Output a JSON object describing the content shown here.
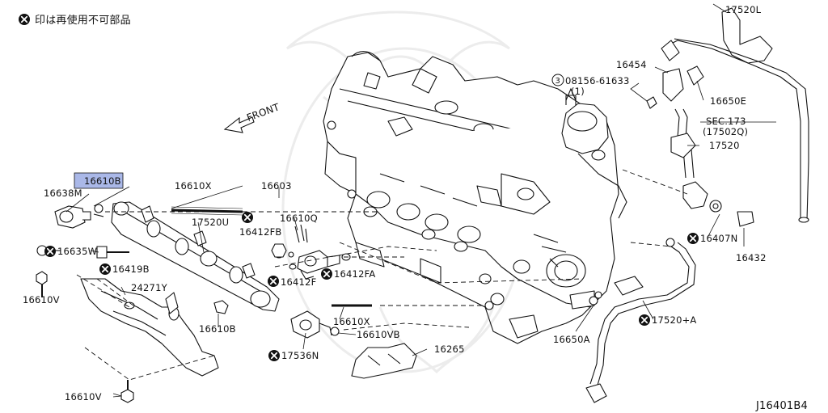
{
  "note": "印は再使用不可部品",
  "front_label": "FRONT",
  "diagram_code": "J16401B4",
  "parts": {
    "p17520L": "17520L",
    "p16454": "16454",
    "p08156": "08156-61633",
    "p08156_qty": "(1)",
    "p16650E": "16650E",
    "sec173": "SEC.173",
    "sec173_sub": "(17502Q)",
    "p17520": "17520",
    "p16610B_hl": "16610B",
    "p16638M": "16638M",
    "p16610X_a": "16610X",
    "p16603": "16603",
    "p17520U": "17520U",
    "p16610Q": "16610Q",
    "p16412FB": "16412FB",
    "p16635W": "16635W",
    "p16419B": "16419B",
    "p16412F": "16412F",
    "p16412FA": "16412FA",
    "p16407N": "16407N",
    "p16432": "16432",
    "p16610V_a": "16610V",
    "p24271Y": "24271Y",
    "p16610B": "16610B",
    "p16610X_b": "16610X",
    "p16610VB": "16610VB",
    "p17520A": "17520+A",
    "p16650A": "16650A",
    "p17536N": "17536N",
    "p16265": "16265",
    "p16610V_b": "16610V"
  },
  "colors": {
    "highlight": "#aab8e8",
    "line": "#111111"
  },
  "icons": {
    "non_reusable": "x-circle-icon",
    "callout_3": "circled-3-icon"
  }
}
